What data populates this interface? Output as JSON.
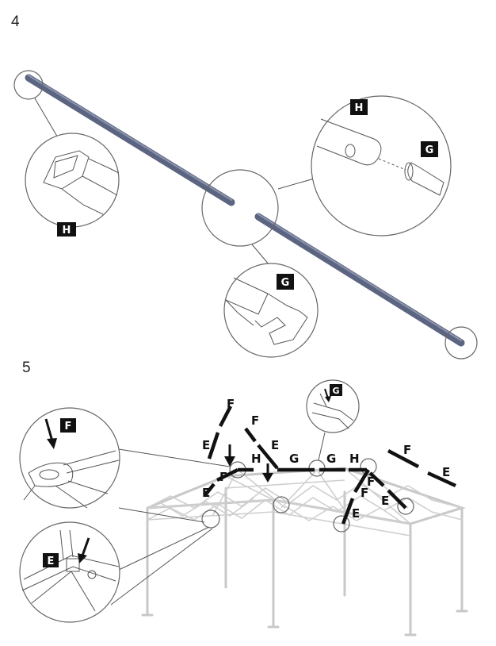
{
  "steps": {
    "step4": {
      "number": "4"
    },
    "step5": {
      "number": "5"
    }
  },
  "tags": {
    "h_detail": "H",
    "h_joint": "H",
    "g_joint": "G",
    "g_detail": "G",
    "g_top": "G",
    "f_detail": "F",
    "e_detail": "E"
  },
  "parts": {
    "f_upper_left": "F",
    "f_upper_mid": "F",
    "e_left_upper": "E",
    "e_mid_upper": "E",
    "h_left": "H",
    "g_left": "G",
    "g_right": "G",
    "h_right": "H",
    "f_left_lower": "F",
    "e_left_lower": "E",
    "f_right_upper": "F",
    "e_right_upper": "E",
    "f_right_a": "F",
    "f_right_b": "F",
    "e_right_c": "E",
    "e_right_d": "E"
  },
  "colors": {
    "pole": "#5b6480",
    "frame": "#c8c8c8",
    "bars": "#111111",
    "tag": "#111111"
  }
}
